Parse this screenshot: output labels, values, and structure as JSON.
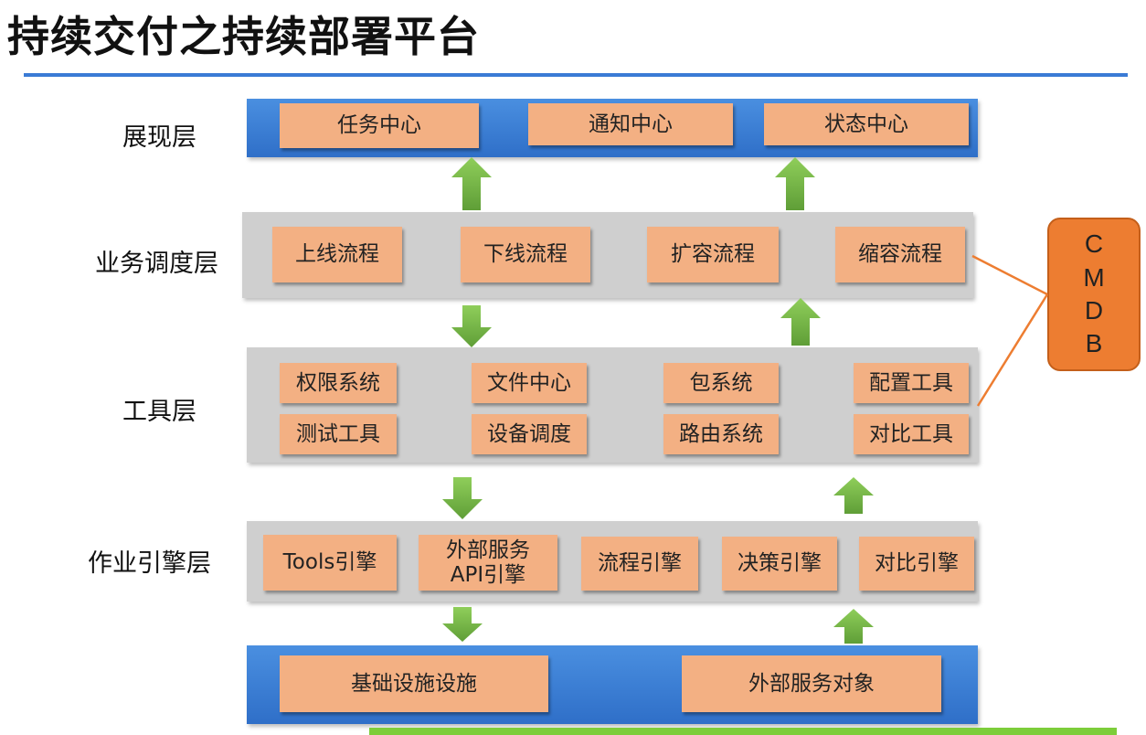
{
  "title": "持续交付之持续部署平台",
  "layers": {
    "presentation": {
      "label": "展现层",
      "items": [
        "任务中心",
        "通知中心",
        "状态中心"
      ]
    },
    "scheduling": {
      "label": "业务调度层",
      "items": [
        "上线流程",
        "下线流程",
        "扩容流程",
        "缩容流程"
      ]
    },
    "tools": {
      "label": "工具层",
      "items": [
        "权限系统",
        "文件中心",
        "包系统",
        "配置工具",
        "测试工具",
        "设备调度",
        "路由系统",
        "对比工具"
      ]
    },
    "engine": {
      "label": "作业引擎层",
      "items": [
        "Tools引擎",
        "外部服务",
        "API引擎",
        "流程引擎",
        "决策引擎",
        "对比引擎"
      ]
    },
    "infra": {
      "items": [
        "基础设施设施",
        "外部服务对象"
      ]
    }
  },
  "cmdb": {
    "letters": [
      "C",
      "M",
      "D",
      "B"
    ]
  },
  "colors": {
    "box": "#f3b083",
    "blue_band": "#3a7bd5",
    "gray_band": "#cfcfcf",
    "arrow": "#70ad47",
    "cmdb": "#ed7d31",
    "connector": "#ed7d31"
  }
}
